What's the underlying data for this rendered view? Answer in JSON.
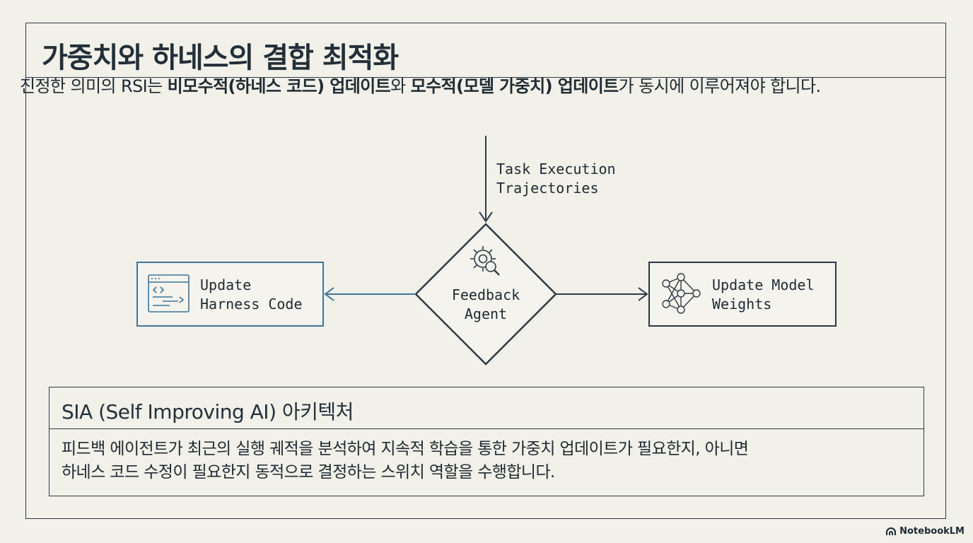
{
  "title": "가중치와 하네스의 결합 최적화",
  "intro": {
    "p1": "진정한 의미의 RSI는 ",
    "b1": "비모수적(하네스 코드) 업데이트",
    "p2": "와 ",
    "b2": "모수적(모델 가중치) 업데이트",
    "p3": "가 동시에 이루어져야 합니다."
  },
  "diagram": {
    "input_label_line1": "Task Execution",
    "input_label_line2": "Trajectories",
    "center_line1": "Feedback",
    "center_line2": "Agent",
    "left_line1": "Update",
    "left_line2": "Harness Code",
    "right_line1": "Update Model",
    "right_line2": "Weights",
    "icons": {
      "center": "gear-magnifier-icon",
      "left": "code-window-icon",
      "right": "neural-network-icon"
    }
  },
  "sia": {
    "title": "SIA (Self Improving AI) 아키텍처",
    "body_line1": "피드백 에이전트가 최근의 실행 궤적을 분석하여 지속적 학습을 통한 가중치 업데이트가 필요한지, 아니면",
    "body_line2": "하네스 코드 수정이 필요한지 동적으로 결정하는 스위치 역할을 수행합니다."
  },
  "brand": "NotebookLM",
  "colors": {
    "background": "#f1f0e9",
    "ink": "#2f3b45",
    "accent_blue": "#3f7599"
  }
}
